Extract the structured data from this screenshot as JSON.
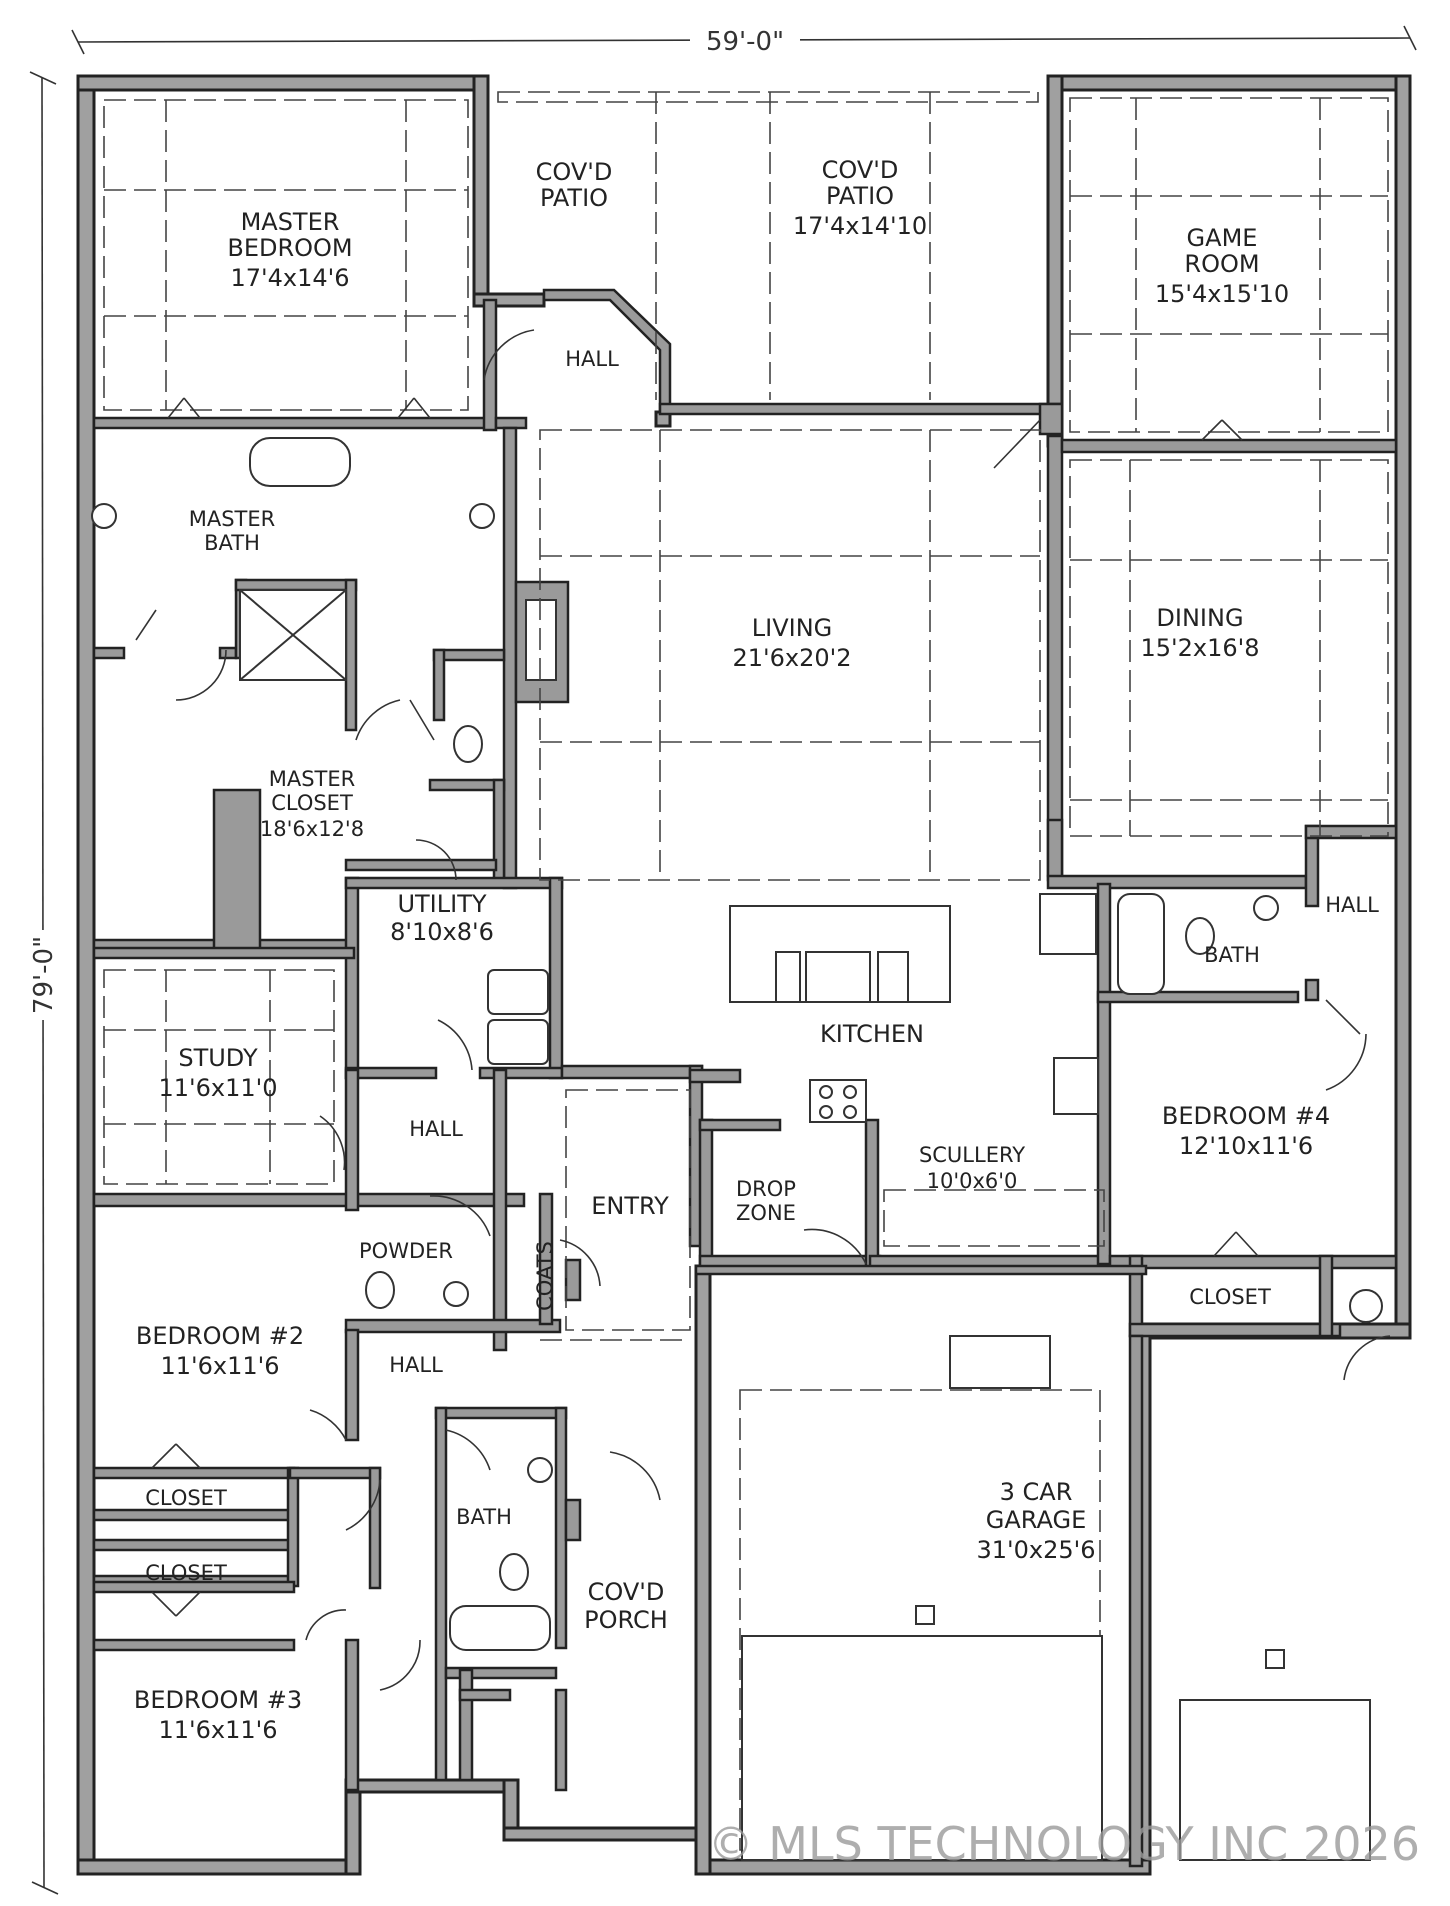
{
  "dimensions": {
    "width_label": "59'-0\"",
    "depth_label": "79'-0\""
  },
  "rooms": {
    "master_bedroom": {
      "name_1": "MASTER",
      "name_2": "BEDROOM",
      "size": "17'4x14'6"
    },
    "covd_patio_small": {
      "name_1": "COV'D",
      "name_2": "PATIO"
    },
    "covd_patio": {
      "name_1": "COV'D",
      "name_2": "PATIO",
      "size": "17'4x14'10"
    },
    "game_room": {
      "name_1": "GAME",
      "name_2": "ROOM",
      "size": "15'4x15'10"
    },
    "hall_top": {
      "name": "HALL"
    },
    "master_bath": {
      "name_1": "MASTER",
      "name_2": "BATH"
    },
    "living": {
      "name": "LIVING",
      "size": "21'6x20'2"
    },
    "dining": {
      "name": "DINING",
      "size": "15'2x16'8"
    },
    "master_closet": {
      "name_1": "MASTER",
      "name_2": "CLOSET",
      "size": "18'6x12'8"
    },
    "utility": {
      "name": "UTILITY",
      "size": "8'10x8'6"
    },
    "kitchen": {
      "name": "KITCHEN"
    },
    "hall_right": {
      "name": "HALL"
    },
    "bath_right": {
      "name": "BATH"
    },
    "study": {
      "name": "STUDY",
      "size": "11'6x11'0"
    },
    "hall_mid": {
      "name": "HALL"
    },
    "bedroom_4": {
      "name": "BEDROOM #4",
      "size": "12'10x11'6"
    },
    "sculery": {
      "name": "SCULLERY",
      "size": "10'0x6'0"
    },
    "entry": {
      "name": "ENTRY"
    },
    "drop_zone": {
      "name_1": "DROP",
      "name_2": "ZONE"
    },
    "powder": {
      "name": "POWDER"
    },
    "coats": {
      "name": "COATS"
    },
    "closet_right": {
      "name": "CLOSET"
    },
    "bedroom_2": {
      "name": "BEDROOM #2",
      "size": "11'6x11'6"
    },
    "hall_low": {
      "name": "HALL"
    },
    "closet_1": {
      "name": "CLOSET"
    },
    "closet_2": {
      "name": "CLOSET"
    },
    "bath_low": {
      "name": "BATH"
    },
    "garage": {
      "name_1": "3 CAR",
      "name_2": "GARAGE",
      "size": "31'0x25'6"
    },
    "covd_porch": {
      "name_1": "COV'D",
      "name_2": "PORCH"
    },
    "bedroom_3": {
      "name": "BEDROOM #3",
      "size": "11'6x11'6"
    }
  },
  "watermark": "© MLS TECHNOLOGY INC 2026"
}
